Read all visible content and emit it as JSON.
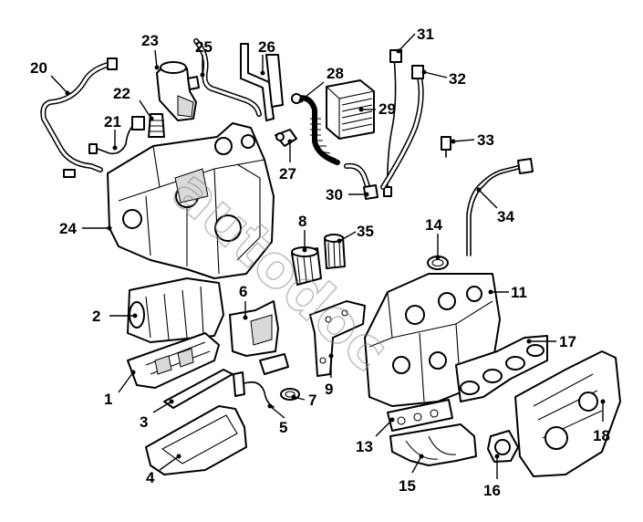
{
  "watermark": "autodoc",
  "callouts": [
    {
      "id": "1",
      "label": "1"
    },
    {
      "id": "2",
      "label": "2"
    },
    {
      "id": "3",
      "label": "3"
    },
    {
      "id": "4",
      "label": "4"
    },
    {
      "id": "5",
      "label": "5"
    },
    {
      "id": "6",
      "label": "6"
    },
    {
      "id": "7",
      "label": "7"
    },
    {
      "id": "8",
      "label": "8"
    },
    {
      "id": "9",
      "label": "9"
    },
    {
      "id": "11",
      "label": "11"
    },
    {
      "id": "13",
      "label": "13"
    },
    {
      "id": "14",
      "label": "14"
    },
    {
      "id": "15",
      "label": "15"
    },
    {
      "id": "16",
      "label": "16"
    },
    {
      "id": "17",
      "label": "17"
    },
    {
      "id": "18",
      "label": "18"
    },
    {
      "id": "20",
      "label": "20"
    },
    {
      "id": "21",
      "label": "21"
    },
    {
      "id": "22",
      "label": "22"
    },
    {
      "id": "23",
      "label": "23"
    },
    {
      "id": "24",
      "label": "24"
    },
    {
      "id": "25",
      "label": "25"
    },
    {
      "id": "26",
      "label": "26"
    },
    {
      "id": "27",
      "label": "27"
    },
    {
      "id": "28",
      "label": "28"
    },
    {
      "id": "29",
      "label": "29"
    },
    {
      "id": "30",
      "label": "30"
    },
    {
      "id": "31",
      "label": "31"
    },
    {
      "id": "32",
      "label": "32"
    },
    {
      "id": "33",
      "label": "33"
    },
    {
      "id": "34",
      "label": "34"
    },
    {
      "id": "35",
      "label": "35"
    }
  ]
}
